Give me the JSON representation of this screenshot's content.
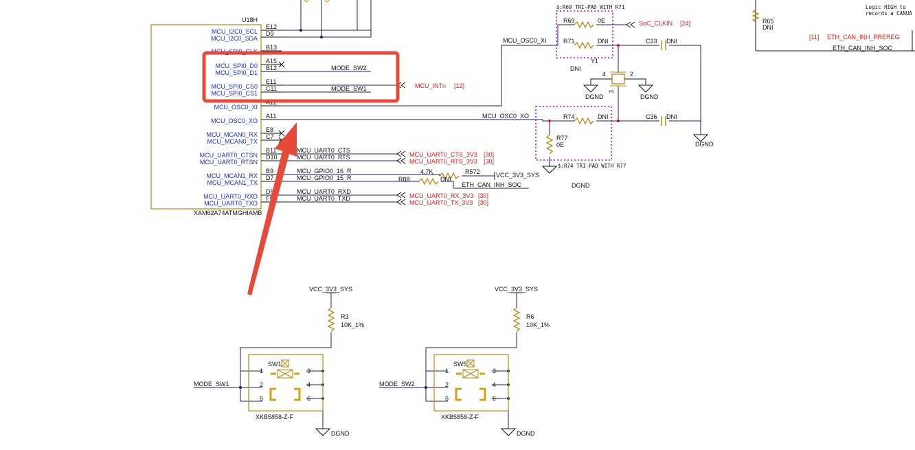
{
  "ic": {
    "refdes": "U18H",
    "part_number": "XAM62A74ATMGHIAMB",
    "pins": [
      {
        "num": "E12",
        "name": "MCU_I2C0_SCL"
      },
      {
        "num": "D9",
        "name": "MCU_I2C0_SDA"
      },
      {
        "num": "B13",
        "name": "MCU_SPI0_CLK"
      },
      {
        "num": "A15",
        "name": "MCU_SPI0_D0"
      },
      {
        "num": "B12",
        "name": "MCU_SPI0_D1"
      },
      {
        "num": "E11",
        "name": "MCU_SPI0_CS0"
      },
      {
        "num": "C11",
        "name": "MCU_SPI0_CS1"
      },
      {
        "num": "A12",
        "name": "MCU_OSC0_XI"
      },
      {
        "num": "A11",
        "name": "MCU_OSC0_XO"
      },
      {
        "num": "E8",
        "name": "MCU_MCAN0_RX"
      },
      {
        "num": "C7",
        "name": "MCU_MCAN0_TX"
      },
      {
        "num": "B11",
        "name": "MCU_UART0_CTSN"
      },
      {
        "num": "D10",
        "name": "MCU_UART0_RTSN"
      },
      {
        "num": "B9",
        "name": "MCU_MCAN1_RX"
      },
      {
        "num": "D7",
        "name": "MCU_MCAN1_TX"
      },
      {
        "num": "D8",
        "name": "MCU_UART0_RXD"
      },
      {
        "num": "F9",
        "name": "MCU_UART0_TXD"
      }
    ]
  },
  "nets": {
    "mode_sw2": "MODE_SW2",
    "mode_sw1": "MODE_SW1",
    "mcu_intn": "MCU_INTn",
    "mcu_intn_ref": "[12]",
    "osc_xi": "MCU_OSC0_XI",
    "osc_xo": "MCU_OSC0_XO",
    "uart0_cts": "MCU_UART0_CTS",
    "uart0_rts": "MCU_UART0_RTS",
    "uart0_cts_3v3": "MCU_UART0_CTS_3V3",
    "uart0_cts_3v3_ref": "[30]",
    "uart0_rts_3v3": "MCU_UART0_RTS_3V3",
    "uart0_rts_3v3_ref": "[30]",
    "gpio0_16": "MCU_GPIO0_16_R",
    "gpio0_15": "MCU_GPIO0_15_R",
    "uart0_rxd": "MCU_UART0_RXD",
    "uart0_txd": "MCU_UART0_TXD",
    "uart0_rx_3v3": "MCU_UART0_RX_3V3",
    "uart0_rx_3v3_ref": "[30]",
    "uart0_tx_3v3": "MCU_UART0_TX_3V3",
    "uart0_tx_3v3_ref": "[30]",
    "vcc": "VCC_3V3_SYS",
    "eth_can_inh_soc": "ETH_CAN_INH_SOC",
    "eth_can_inh_prereg": "ETH_CAN_INH_PREREG",
    "eth_can_inh_prereg_ref": "[11]",
    "soc_clkin": "SoC_CLKIN",
    "soc_clkin_ref": "[24]",
    "dgnd": "DGND"
  },
  "components": {
    "r69": {
      "ref": "R69",
      "value": "0E"
    },
    "r71": {
      "ref": "R71",
      "value": "DNI"
    },
    "r74": {
      "ref": "R74",
      "value": "DNI"
    },
    "r77": {
      "ref": "R77",
      "value": "0E"
    },
    "c33": {
      "ref": "C33",
      "value": "DNI"
    },
    "c36": {
      "ref": "C36",
      "value": "DNI"
    },
    "y1": {
      "ref": "Y1",
      "value": "DNI",
      "pins": [
        "4",
        "2",
        "3"
      ]
    },
    "r572": {
      "ref": "R572",
      "value": "4.7K"
    },
    "r88": {
      "ref": "R88",
      "value": "DNI"
    },
    "r65": {
      "ref": "R65",
      "value": "DNI"
    },
    "r3": {
      "ref": "R3",
      "value": "10K_1%"
    },
    "r6": {
      "ref": "R6",
      "value": "10K_1%"
    },
    "sw1": {
      "ref": "SW1",
      "part": "XKB5858-Z-F",
      "pins": [
        "1",
        "2",
        "5",
        "3",
        "4",
        "6"
      ]
    },
    "sw5": {
      "ref": "SW5",
      "part": "XKB5858-Z-F",
      "pins": [
        "1",
        "2",
        "5",
        "3",
        "4",
        "6"
      ]
    }
  },
  "notes": {
    "tri_pad_1": "$:R69 TRI-PAD WITH R71",
    "tri_pad_2": "$:R74 TRI-PAD WITH R77",
    "logic_line1": "Logic HIGH to",
    "logic_line2": "records a CANUA"
  },
  "annotation": {
    "highlight_color": "#e84a3a",
    "arrow_color": "#e84a3a"
  }
}
